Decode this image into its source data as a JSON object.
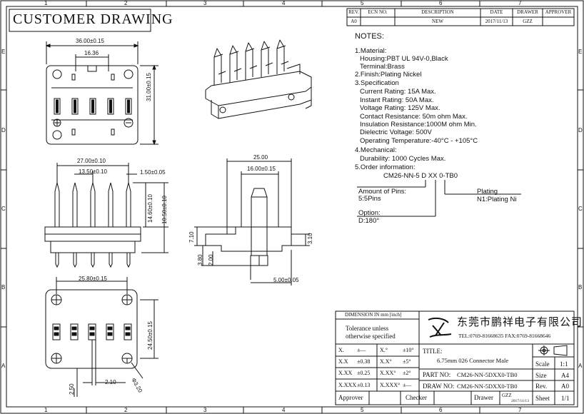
{
  "title": "CUSTOMER DRAWING",
  "border": {
    "cols": [
      "1",
      "2",
      "3",
      "4",
      "5",
      "6",
      "7"
    ],
    "rows": [
      "E",
      "D",
      "C",
      "B",
      "A"
    ]
  },
  "revision": {
    "headers": [
      "REV.",
      "ECN NO.",
      "DESCRIPTION",
      "DATE",
      "DRAWER",
      "APPROVER"
    ],
    "row": [
      "A0",
      "",
      "NEW",
      "2017/11/13",
      "GZZ",
      ""
    ]
  },
  "notes": {
    "heading": "NOTES:",
    "lines": [
      "1.Material:",
      "Housing:PBT UL 94V-0,Black",
      "Terminal:Brass",
      "2.Finish:Plating Nickel",
      "3.Specification",
      "Current Rating: 15A Max.",
      "Instant Rating: 50A Max.",
      "Voltage Rating: 125V Max.",
      "Contact Resistance: 50m ohm Max.",
      "Insulation Resistance:1000M ohm Min.",
      "Dielectric Voltage: 500V",
      "Operating Temperature:-40°C - +105°C",
      "4.Mechanical:",
      "Durability: 1000 Cycles Max.",
      "5.Order information:"
    ],
    "order_code": "CM26-NN-5 D XX 0-TB0",
    "amount_label": "Amount of Pins:",
    "amount_value": "5:5Pins",
    "plating_label": "Plating",
    "plating_value": "N1:Plating Ni",
    "option_label": "Option:",
    "option_value": "D:180°"
  },
  "dims": {
    "top_width": "36.00±0.15",
    "top_inner": "16.36",
    "top_height": "31.00±0.15",
    "front_width": "27.00±0.10",
    "front_pitch": "13.50±0.10",
    "front_pin": "1.50±0.05",
    "front_pin_h": "14.60±0.10",
    "front_body_h": "10.50±0.10",
    "side_width": "25.00",
    "side_inner": "16.00±0.15",
    "side_710": "7.10",
    "side_310": "3.10",
    "side_380": "3.80",
    "side_200": "2.00",
    "side_500": "5.00±0.05",
    "bottom_width": "25.80±0.15",
    "bottom_height": "24.50±0.15",
    "bottom_250": "2.50",
    "bottom_210": "2.10",
    "bottom_hole": "Φ3.20"
  },
  "titleblock": {
    "dimension": "DIMENSION IN mm [inch]",
    "tolerance1": "Tolerance unless",
    "tolerance2": "otherwise specified",
    "tol_rows": [
      [
        "X.",
        "±—",
        "X.°",
        "±10°"
      ],
      [
        "X.X",
        "±0.38",
        "X.X°",
        "±5°"
      ],
      [
        "X.XX",
        "±0.25",
        "X.XX°",
        "±2°"
      ],
      [
        "X.XXX",
        "±0.13",
        "X.XXX°",
        "±—"
      ]
    ],
    "company": "东莞市鹏祥电子有限公司",
    "contact": "TEL:0769-81668635  FAX:0769-81668646",
    "title_label": "TITLE:",
    "title_value": "6.75mm 026 Connector Male",
    "part_label": "PART  NO:",
    "part_value": "CM26-NN-5DXX0-TB0",
    "draw_label": "DRAW  NO:",
    "draw_value": "CM26-NN-5DXX0-TB0",
    "scale_label": "Scale",
    "scale_value": "1:1",
    "size_label": "Size",
    "size_value": "A4",
    "rev_label": "Rev.",
    "rev_value": "A0",
    "sheet_label": "Sheet",
    "sheet_value": "1/1",
    "approver": "Approver",
    "checker": "Checker",
    "drawer": "Drawer",
    "drawer_name": "GZZ",
    "drawer_date": "2017/11/13"
  }
}
